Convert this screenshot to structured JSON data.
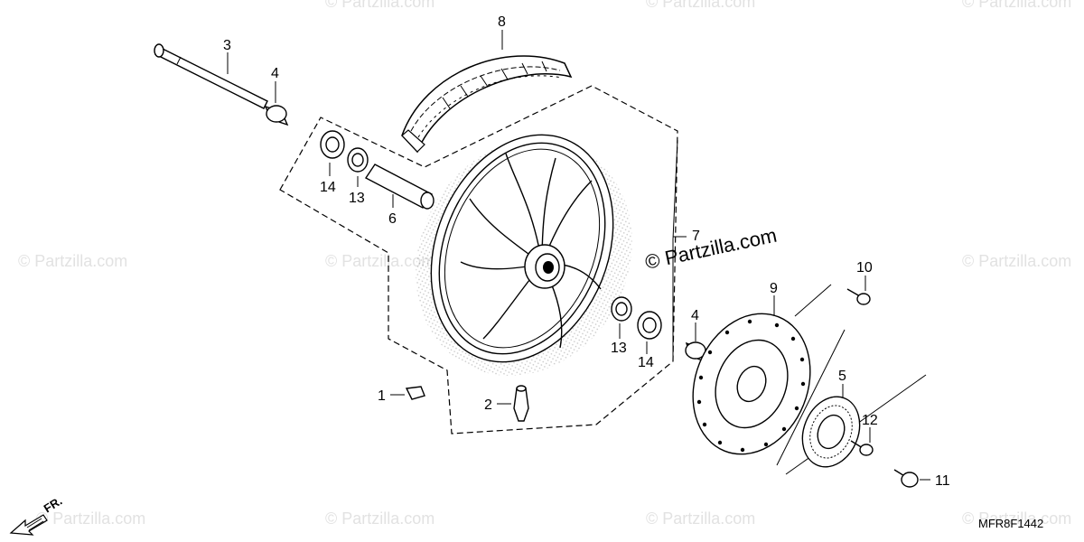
{
  "watermark": {
    "text": "© Partzilla.com",
    "main_text": "© Partzilla.com"
  },
  "diagram_code": "MFR8F1442",
  "direction_label": "FR.",
  "callouts": [
    {
      "id": "c1",
      "label": "1"
    },
    {
      "id": "c2",
      "label": "2"
    },
    {
      "id": "c3",
      "label": "3"
    },
    {
      "id": "c4a",
      "label": "4"
    },
    {
      "id": "c4b",
      "label": "4"
    },
    {
      "id": "c5",
      "label": "5"
    },
    {
      "id": "c6",
      "label": "6"
    },
    {
      "id": "c7",
      "label": "7"
    },
    {
      "id": "c8",
      "label": "8"
    },
    {
      "id": "c9",
      "label": "9"
    },
    {
      "id": "c10",
      "label": "10"
    },
    {
      "id": "c11",
      "label": "11"
    },
    {
      "id": "c12",
      "label": "12"
    },
    {
      "id": "c13a",
      "label": "13"
    },
    {
      "id": "c13b",
      "label": "13"
    },
    {
      "id": "c14a",
      "label": "14"
    },
    {
      "id": "c14b",
      "label": "14"
    }
  ]
}
